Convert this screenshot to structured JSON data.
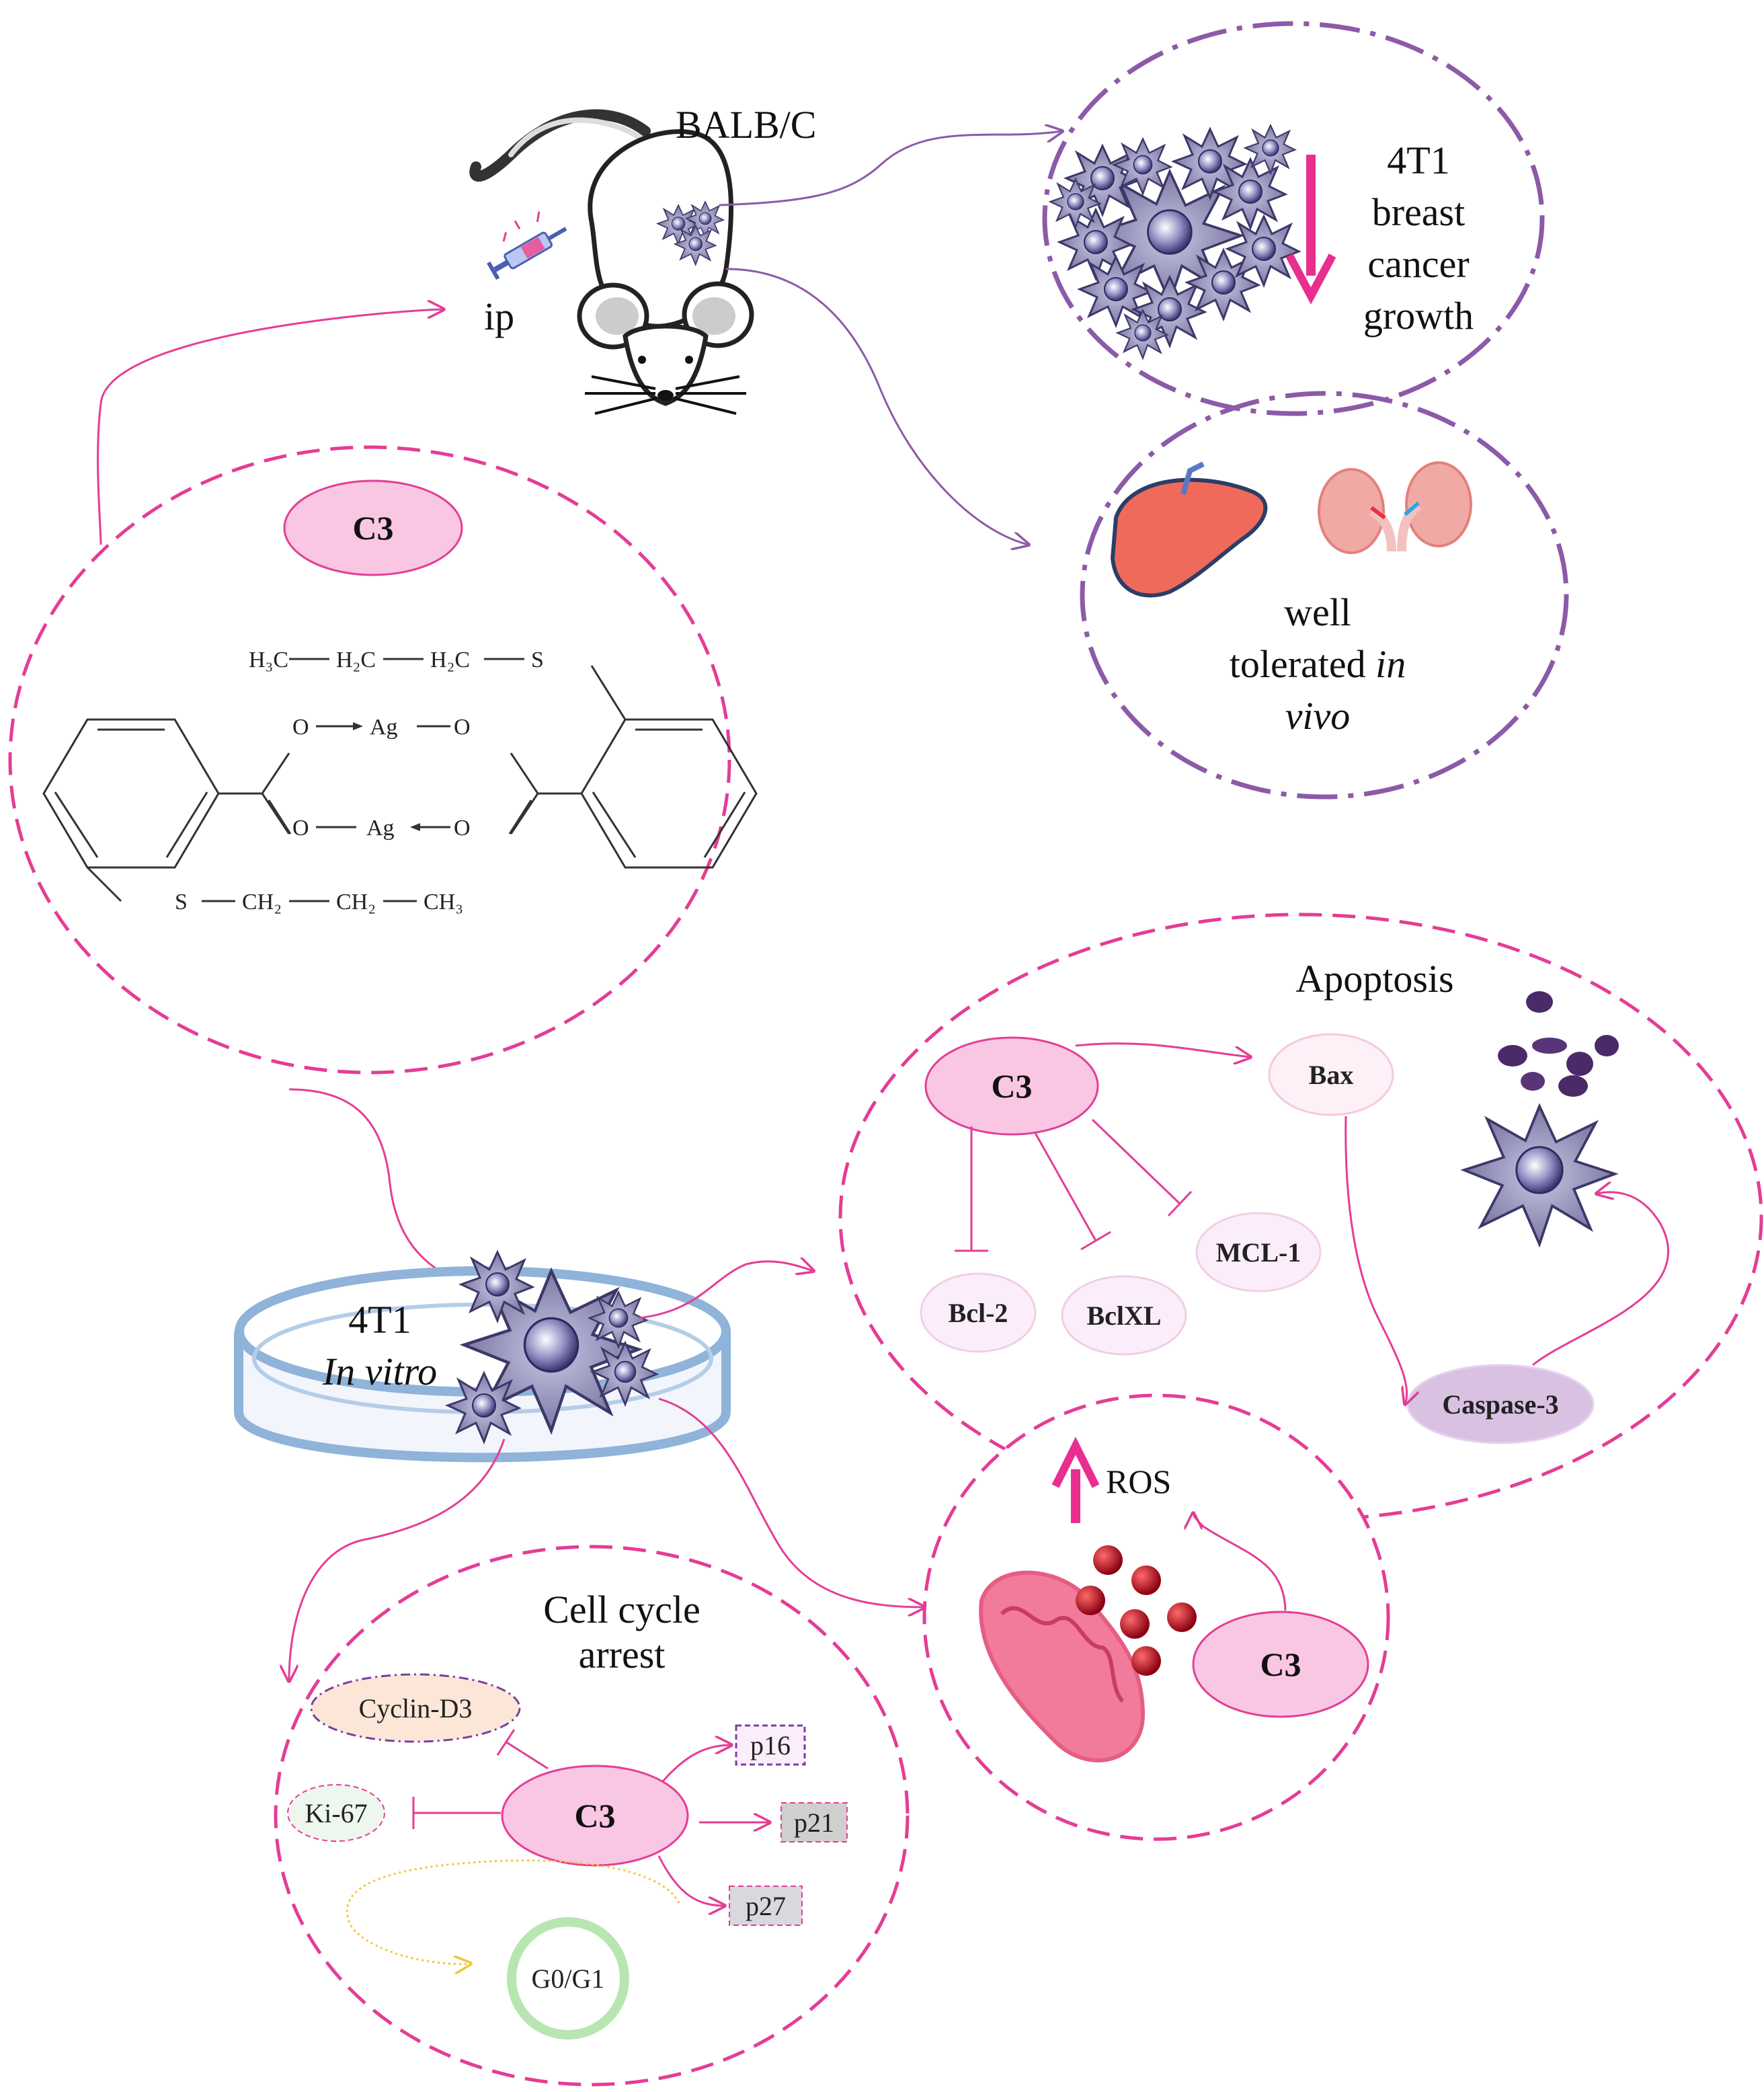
{
  "mouse": {
    "strain_label": "BALB/C",
    "route_label": "ip"
  },
  "tumor_panel": {
    "line1": "4T1",
    "line2": "breast",
    "line3": "cancer",
    "line4": "growth"
  },
  "tolerance_panel": {
    "line1": "well",
    "line2_normal": "tolerated ",
    "line2_italic": "in",
    "line3_italic": "vivo"
  },
  "compound_panel": {
    "badge": "C3",
    "structure": {
      "top_chain": [
        "H₃C",
        "H₂C",
        "H₂C",
        "S"
      ],
      "bottom_chain": [
        "S",
        "CH₂",
        "CH₂",
        "CH₃"
      ],
      "core_top": [
        "O",
        "Ag",
        "O"
      ],
      "core_bottom": [
        "O",
        "Ag",
        "O"
      ]
    }
  },
  "dish": {
    "line1": "4T1",
    "line2_italic": "In vitro"
  },
  "apoptosis_panel": {
    "title": "Apoptosis",
    "center": "C3",
    "activated": [
      "Bax",
      "Caspase-3"
    ],
    "inhibited": [
      "Bcl-2",
      "BclXL",
      "MCL-1"
    ]
  },
  "ros_panel": {
    "label": "ROS",
    "center": "C3"
  },
  "cell_cycle_panel": {
    "title_line1": "Cell cycle",
    "title_line2": "arrest",
    "center": "C3",
    "nodes": {
      "cyclin": "Cyclin-D3",
      "ki67": "Ki-67",
      "p16": "p16",
      "p21": "p21",
      "p27": "p27",
      "phase": "G0/G1"
    }
  },
  "colors": {
    "pink": "#e43d95",
    "pink_light": "#f9c6e3",
    "purple": "#8c5aa8",
    "cell": "#7e7aa8",
    "arrow_magenta": "#e82e8e"
  }
}
